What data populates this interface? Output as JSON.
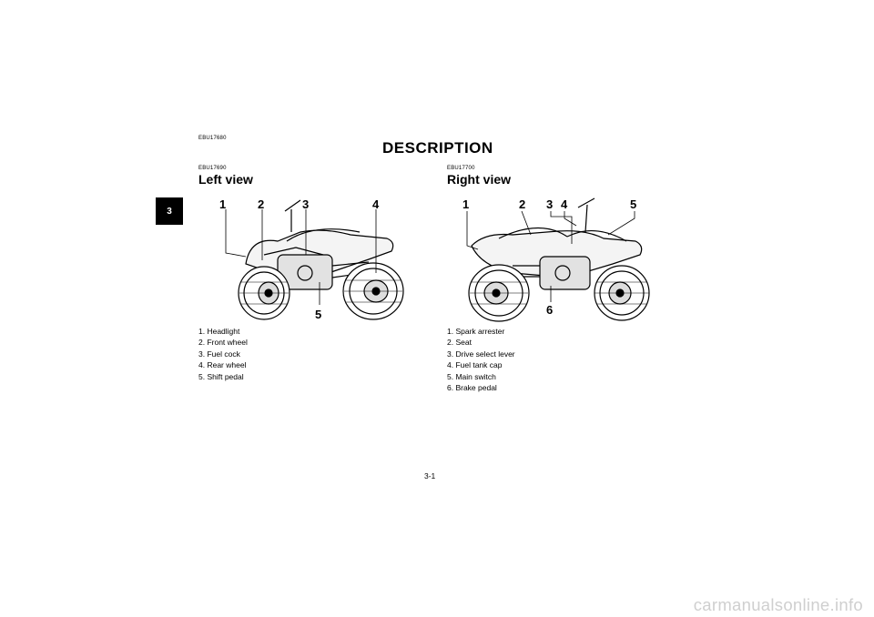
{
  "page": {
    "section_code": "EBU17680",
    "title": "DESCRIPTION",
    "chapter_tab": "3",
    "page_number": "3-1",
    "watermark": "carmanualsonline.info"
  },
  "left_view": {
    "code": "EBU17690",
    "heading": "Left view",
    "callouts": [
      "1",
      "2",
      "3",
      "4",
      "5"
    ],
    "items": [
      "1. Headlight",
      "2. Front wheel",
      "3. Fuel cock",
      "4. Rear wheel",
      "5. Shift pedal"
    ]
  },
  "right_view": {
    "code": "EBU17700",
    "heading": "Right view",
    "callouts": [
      "1",
      "2",
      "3",
      "4",
      "5",
      "6"
    ],
    "items": [
      "1. Spark arrester",
      "2. Seat",
      "3. Drive select lever",
      "4. Fuel tank cap",
      "5. Main switch",
      "6. Brake pedal"
    ]
  }
}
